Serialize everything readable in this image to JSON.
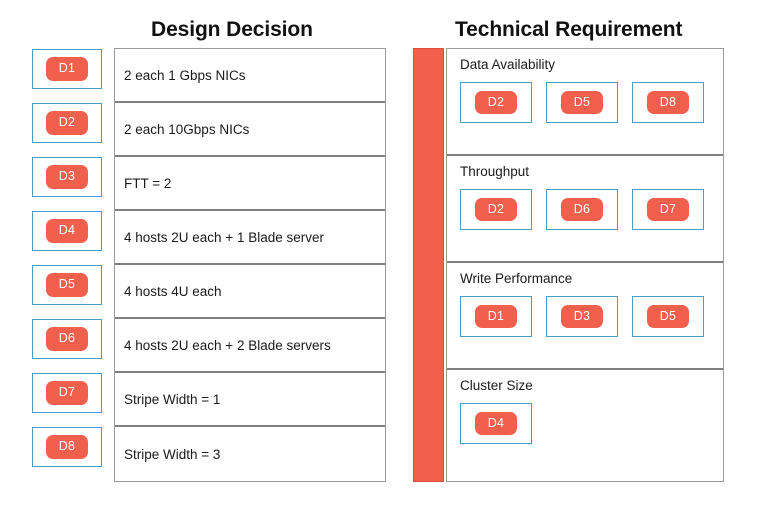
{
  "colors": {
    "pill": "#f0604d",
    "box_border": "#4a9cc4",
    "table_border": "#9a9a9a",
    "divider": "#808080",
    "text": "#1a1a1a"
  },
  "left": {
    "title": "Design Decision",
    "chips": [
      "D1",
      "D2",
      "D3",
      "D4",
      "D5",
      "D6",
      "D7",
      "D8"
    ],
    "rows": [
      "2 each 1 Gbps NICs",
      "2 each 10Gbps NICs",
      "FTT = 2",
      "4 hosts 2U each + 1 Blade server",
      "4 hosts 4U each",
      "4 hosts 2U each + 2 Blade servers",
      "Stripe Width = 1",
      "Stripe Width = 3"
    ]
  },
  "right": {
    "title": "Technical Requirement",
    "sections": [
      {
        "title": "Data Availability",
        "chips": [
          "D2",
          "D5",
          "D8"
        ]
      },
      {
        "title": "Throughput",
        "chips": [
          "D2",
          "D6",
          "D7"
        ]
      },
      {
        "title": "Write Performance",
        "chips": [
          "D1",
          "D3",
          "D5"
        ]
      },
      {
        "title": "Cluster Size",
        "chips": [
          "D4"
        ]
      }
    ]
  }
}
